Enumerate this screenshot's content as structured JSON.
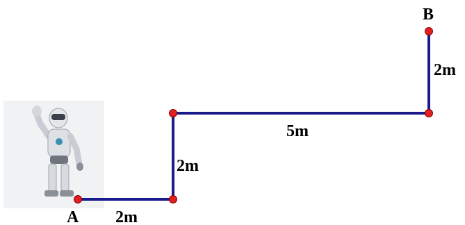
{
  "diagram": {
    "path_color": "#1a1a8c",
    "point_color": "#e02020",
    "points": {
      "start": {
        "label": "A"
      },
      "end": {
        "label": "B"
      }
    },
    "segments": [
      {
        "length_label": "2m"
      },
      {
        "length_label": "2m"
      },
      {
        "length_label": "5m"
      },
      {
        "length_label": "2m"
      }
    ],
    "figure": {
      "icon": "robot-icon"
    }
  }
}
